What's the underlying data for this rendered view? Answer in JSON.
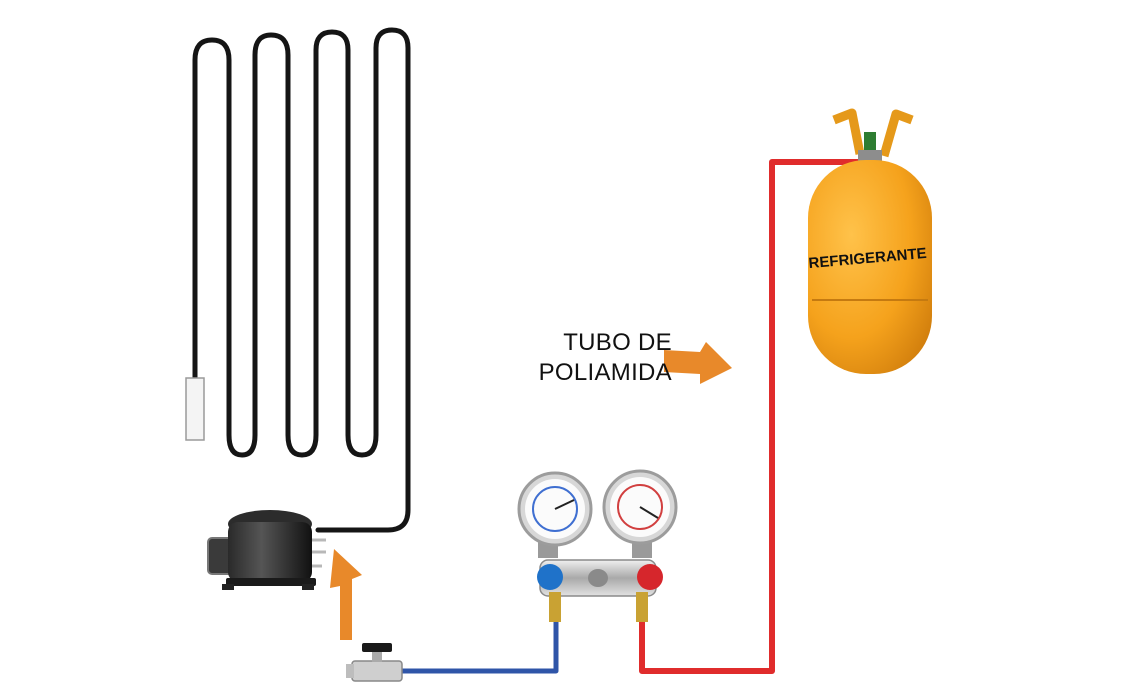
{
  "annotation": {
    "line1": "TUBO DE",
    "line2": "POLIAMIDA"
  },
  "cylinder": {
    "label": "REFRIGERANTE",
    "color": "#f5a21c"
  },
  "colors": {
    "red_hose": "#e02c2c",
    "blue_hose": "#2f55a8",
    "arrow": "#e8892a",
    "capillary": "#151515"
  },
  "icons": [
    "capillary-coil-icon",
    "compressor-icon",
    "manifold-gauge-icon",
    "refrigerant-cylinder-icon",
    "ball-valve-icon",
    "arrow-icon"
  ]
}
